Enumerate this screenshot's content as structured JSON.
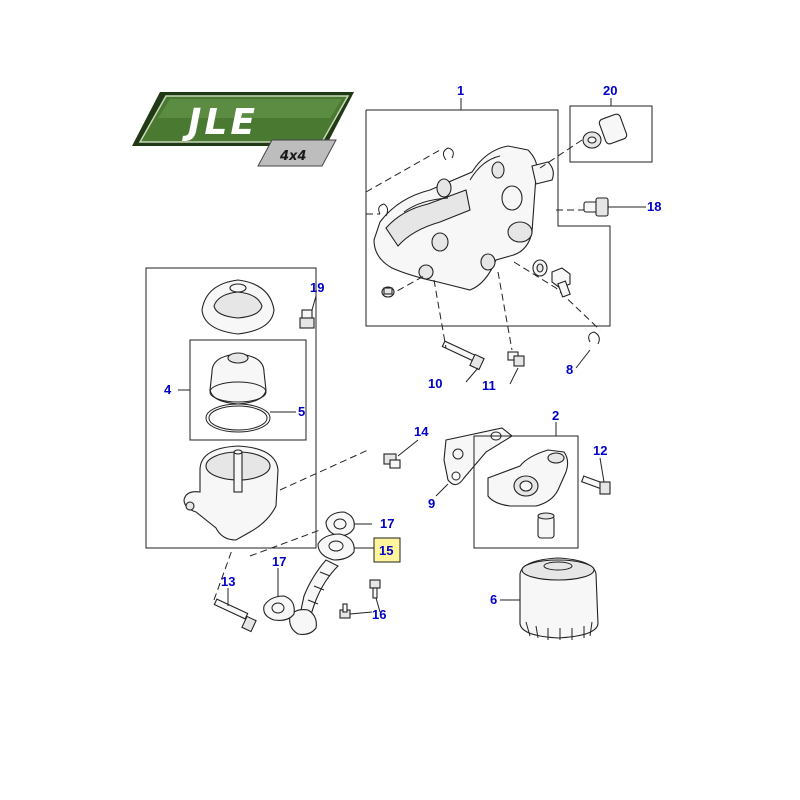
{
  "logo": {
    "main_text": "JLE",
    "sub_text": "4x4",
    "colors": {
      "plate": "#3f6b2a",
      "plate_dark": "#1f3a14",
      "sub_plate": "#c9c9c9"
    }
  },
  "callouts": {
    "c1": "1",
    "c2": "2",
    "c4": "4",
    "c5": "5",
    "c6": "6",
    "c8": "8",
    "c9": "9",
    "c10": "10",
    "c11": "11",
    "c12": "12",
    "c13": "13",
    "c14": "14",
    "c15": "15",
    "c16": "16",
    "c17a": "17",
    "c17b": "17",
    "c18": "18",
    "c19": "19",
    "c20": "20"
  },
  "highlighted_callout": "15",
  "colors": {
    "callout_text": "#0000c8",
    "highlight": "#fff59a",
    "line": "#222222"
  }
}
